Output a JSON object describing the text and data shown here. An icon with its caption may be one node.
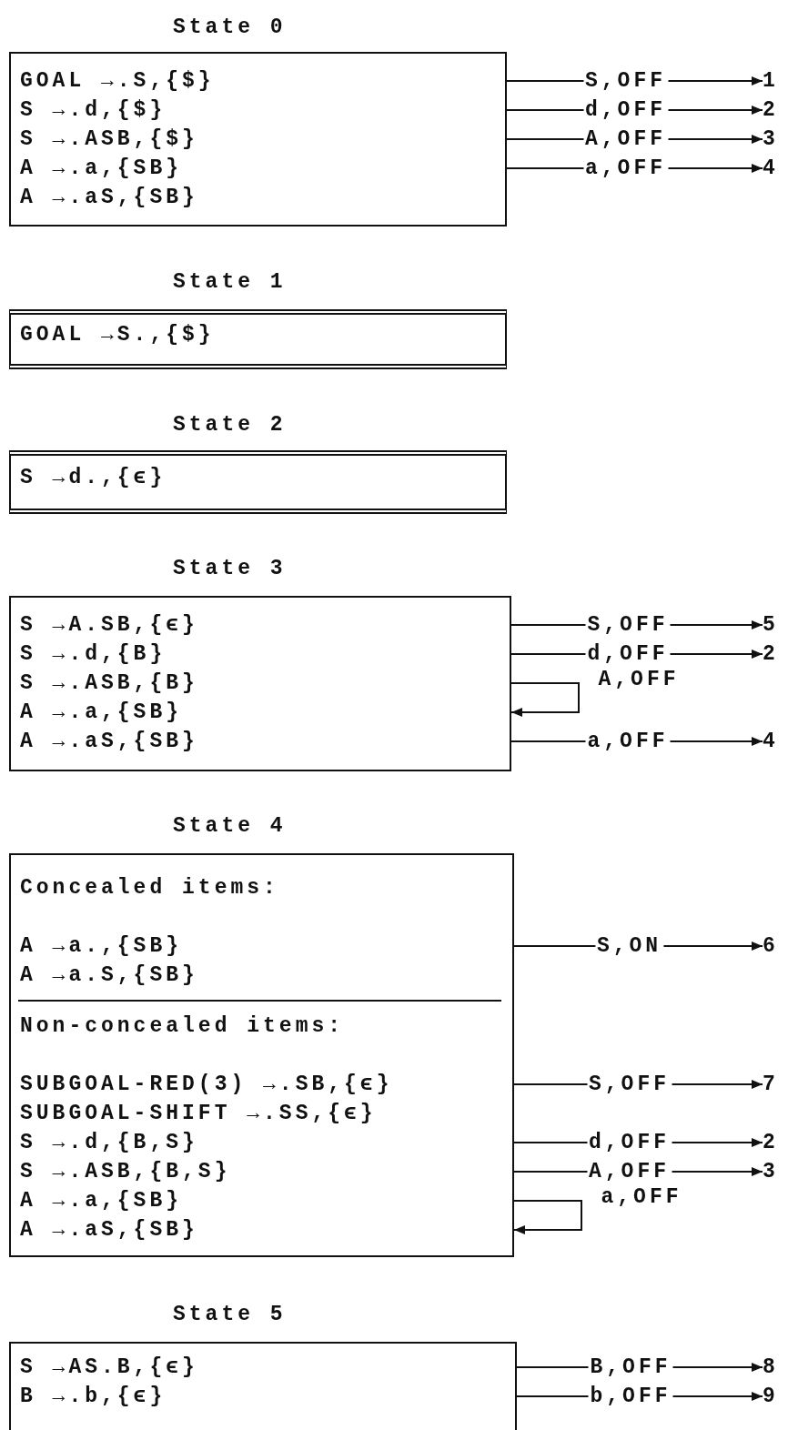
{
  "diagram": {
    "nodes": [
      {
        "text": [
          "State 0",
          "GOAL →.S,{$}",
          "S →.d,{$}",
          "S →.ASB,{$}",
          "A →.a,{SB}",
          "A →.aS,{SB}"
        ]
      },
      {
        "text": [
          "1"
        ]
      },
      {
        "text": [
          "2"
        ]
      },
      {
        "text": [
          "3"
        ]
      },
      {
        "text": [
          "4"
        ]
      },
      {
        "text": [
          "State 1",
          "GOAL →S.,{$}"
        ]
      },
      {
        "text": [
          "State 2",
          "S →d.,{ϵ}"
        ]
      },
      {
        "text": [
          "State 3",
          "S →A.SB,{ϵ}",
          "S →.d,{B}",
          "S →.ASB,{B}",
          "A →.a,{SB}",
          "A →.aS,{SB}"
        ]
      },
      {
        "text": [
          "5"
        ]
      },
      {
        "text": [
          "2"
        ]
      },
      {
        "text": [
          "4"
        ]
      },
      {
        "text": [
          "State 4",
          "Concealed items:",
          "A →a.,{SB}",
          "A →a.S,{SB}",
          "Non-concealed items:",
          "SUBGOAL-RED(3) →.SB,{ϵ}",
          "SUBGOAL-SHIFT →.SS,{ϵ}",
          "S →.d,{B,S}",
          "S →.ASB,{B,S}",
          "A →.a,{SB}",
          "A →.aS,{SB}"
        ]
      },
      {
        "text": [
          "6"
        ]
      },
      {
        "text": [
          "7"
        ]
      },
      {
        "text": [
          "2"
        ]
      },
      {
        "text": [
          "3"
        ]
      },
      {
        "text": [
          "State 5",
          "S →AS.B,{ϵ}",
          "B →.b,{ϵ}"
        ]
      },
      {
        "text": [
          "8"
        ]
      },
      {
        "text": [
          "9"
        ]
      }
    ],
    "edges": [
      {
        "from": 0,
        "to": 1,
        "arrow": "to",
        "label": "S,OFF"
      },
      {
        "from": 0,
        "to": 2,
        "arrow": "to",
        "label": "d,OFF"
      },
      {
        "from": 0,
        "to": 3,
        "arrow": "to",
        "label": "A,OFF"
      },
      {
        "from": 0,
        "to": 4,
        "arrow": "to",
        "label": "a,OFF"
      },
      {
        "from": 7,
        "to": 8,
        "arrow": "to",
        "label": "S,OFF"
      },
      {
        "from": 7,
        "to": 9,
        "arrow": "to",
        "label": "d,OFF"
      },
      {
        "from": 7,
        "to": 7,
        "arrow": "to",
        "label": "A,OFF"
      },
      {
        "from": 7,
        "to": 10,
        "arrow": "to",
        "label": "a,OFF"
      },
      {
        "from": 11,
        "to": 12,
        "arrow": "to",
        "label": "S,ON"
      },
      {
        "from": 11,
        "to": 13,
        "arrow": "to",
        "label": "S,OFF"
      },
      {
        "from": 11,
        "to": 14,
        "arrow": "to",
        "label": "d,OFF"
      },
      {
        "from": 11,
        "to": 15,
        "arrow": "to",
        "label": "A,OFF"
      },
      {
        "from": 11,
        "to": 11,
        "arrow": "to",
        "label": "a,OFF"
      },
      {
        "from": 16,
        "to": 17,
        "arrow": "to",
        "label": "B,OFF"
      },
      {
        "from": 16,
        "to": 18,
        "arrow": "to",
        "label": "b,OFF"
      }
    ]
  }
}
